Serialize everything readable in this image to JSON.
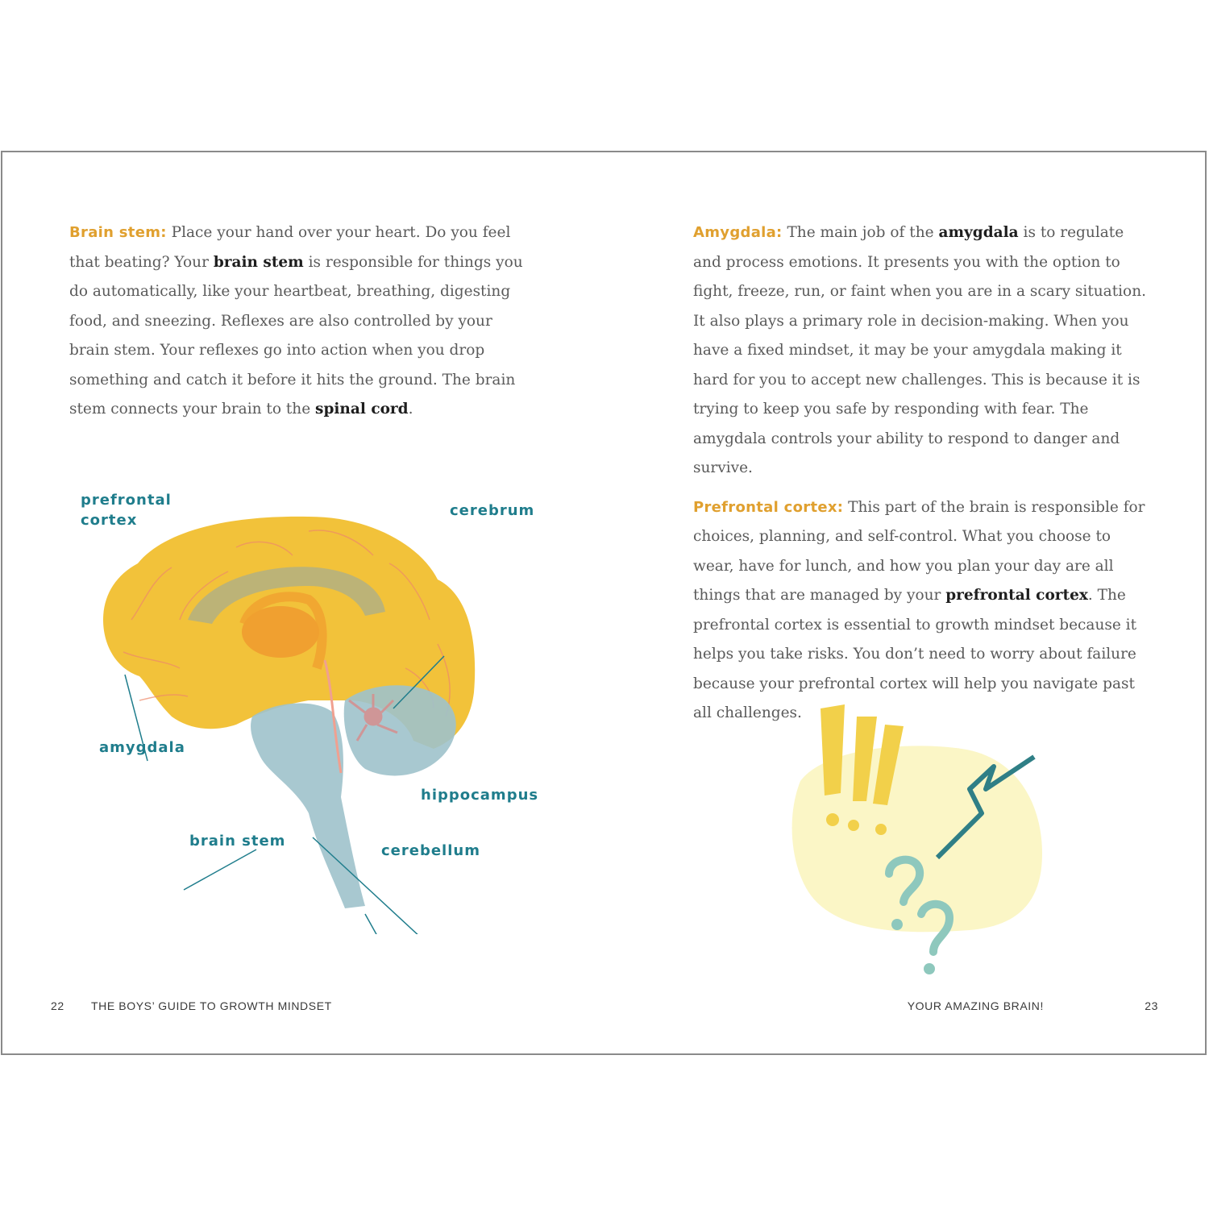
{
  "left_page": {
    "page_number": "22",
    "running_head": "THE BOYS’ GUIDE TO GROWTH MINDSET",
    "paragraph": {
      "term": "Brain stem:",
      "t1": " Place your hand over your heart. Do you feel that beating? Your ",
      "b1": "brain stem",
      "t2": " is responsible for things you do automatically, like your heartbeat, breathing, digesting food, and sneezing. Reflexes are also controlled by your brain stem. Your reflexes go into action when you drop something and catch it before it hits the ground. The brain stem connects your brain to the ",
      "b2": "spinal cord",
      "t3": "."
    },
    "diagram_labels": {
      "prefrontal_1": "prefrontal",
      "prefrontal_2": "cortex",
      "cerebrum": "cerebrum",
      "amygdala": "amygdala",
      "hippocampus": "hippocampus",
      "brain_stem": "brain stem",
      "cerebellum": "cerebellum"
    }
  },
  "right_page": {
    "page_number": "23",
    "running_head": "YOUR AMAZING BRAIN!",
    "paragraph1": {
      "term": "Amygdala:",
      "t1": " The main job of the ",
      "b1": "amygdala",
      "t2": " is to regulate and process emotions. It presents you with the option to fight, freeze, run, or faint when you are in a scary situation. It also plays a primary role in decision-making. When you have a fixed mindset, it may be your amygdala making it hard for you to accept new challenges. This is because it is trying to keep you safe by responding with fear. The amygdala controls your ability to respond to danger and survive."
    },
    "paragraph2": {
      "term": "Prefrontal cortex:",
      "t1": " This part of the brain is responsible for choices, planning, and self-control. What you choose to wear, have for lunch, and how you plan your day are all things that are managed by your ",
      "b1": "prefrontal cortex",
      "t2": ". The prefrontal cortex is essential to growth mindset because it helps you take risks. You don’t need to worry about failure because your prefrontal cortex will help you navigate past all challenges."
    }
  },
  "colors": {
    "term": "#e0a02f",
    "label": "#1f7d8c",
    "cerebrum": "#f2c23a",
    "brainstem": "#9ec2cb",
    "highlight": "#f0a030"
  }
}
